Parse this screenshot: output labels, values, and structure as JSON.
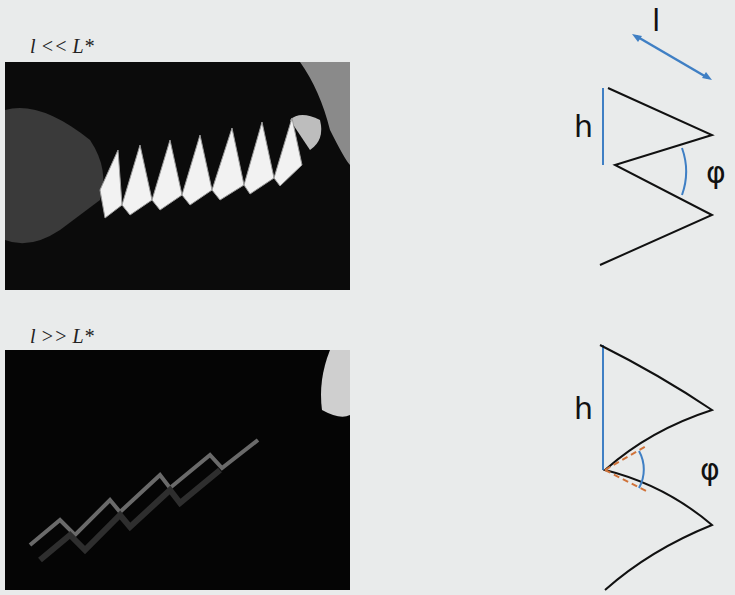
{
  "diagram": {
    "labels": [
      "l << L*",
      "l >> L*",
      "l",
      "h",
      "φ",
      "h",
      "φ"
    ]
  }
}
